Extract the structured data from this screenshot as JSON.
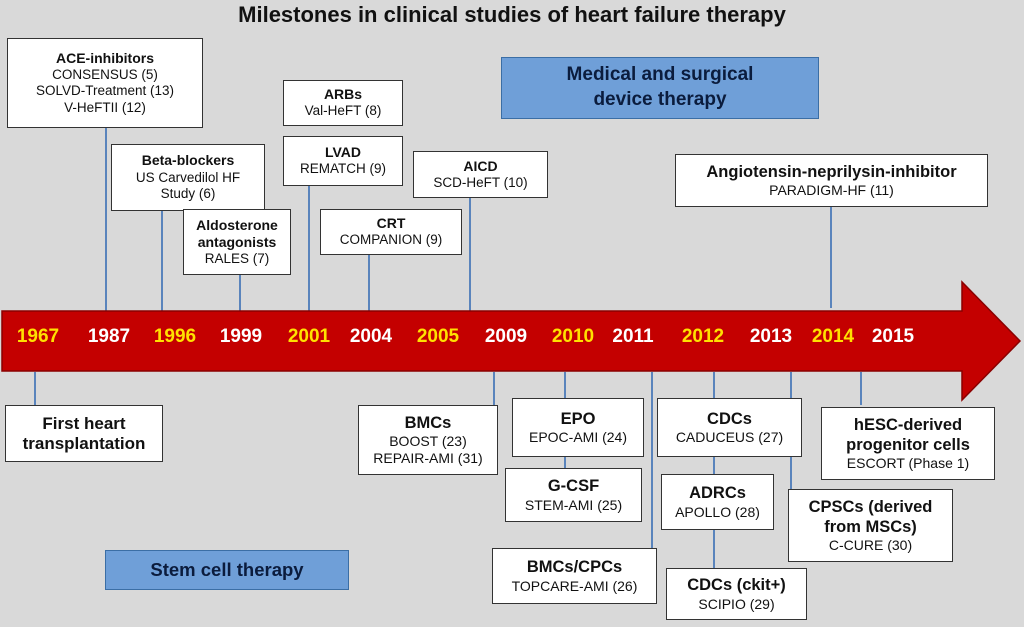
{
  "title": "Milestones in clinical studies of heart failure therapy",
  "callouts": {
    "medical": "Medical and surgical device therapy",
    "stem": "Stem cell therapy"
  },
  "colors": {
    "arrow": "#c40000",
    "callout": "#6f9fd8",
    "year_highlight": "#ffe100",
    "year_normal": "#ffffff",
    "connector": "#3a6fb5"
  },
  "years": [
    {
      "label": "1967",
      "color": "yellow"
    },
    {
      "label": "1987",
      "color": "white"
    },
    {
      "label": "1996",
      "color": "yellow"
    },
    {
      "label": "1999",
      "color": "white"
    },
    {
      "label": "2001",
      "color": "yellow"
    },
    {
      "label": "2004",
      "color": "white"
    },
    {
      "label": "2005",
      "color": "yellow"
    },
    {
      "label": "2009",
      "color": "white"
    },
    {
      "label": "2010",
      "color": "yellow"
    },
    {
      "label": "2011",
      "color": "white"
    },
    {
      "label": "2012",
      "color": "yellow"
    },
    {
      "label": "2013",
      "color": "white"
    },
    {
      "label": "2014",
      "color": "yellow"
    },
    {
      "label": "2015",
      "color": "white"
    }
  ],
  "top": {
    "ace": {
      "heading": "ACE-inhibitors",
      "lines": [
        "CONSENSUS (5)",
        "SOLVD-Treatment (13)",
        "V-HeFTII (12)"
      ]
    },
    "beta": {
      "heading": "Beta-blockers",
      "lines": [
        "US Carvedilol HF",
        "Study (6)"
      ]
    },
    "aldo": {
      "heading1": "Aldosterone",
      "heading2": "antagonists",
      "lines": [
        "RALES (7)"
      ]
    },
    "arbs": {
      "heading": "ARBs",
      "lines": [
        "Val-HeFT (8)"
      ]
    },
    "lvad": {
      "heading": "LVAD",
      "lines": [
        "REMATCH (9)"
      ]
    },
    "crt": {
      "heading": "CRT",
      "lines": [
        "COMPANION (9)"
      ]
    },
    "aicd": {
      "heading": "AICD",
      "lines": [
        "SCD-HeFT (10)"
      ]
    },
    "arni": {
      "heading": "Angiotensin-neprilysin-inhibitor",
      "lines": [
        "PARADIGM-HF (11)"
      ]
    }
  },
  "bottom": {
    "transplant": {
      "heading1": "First heart",
      "heading2": "transplantation"
    },
    "bmcs": {
      "heading": "BMCs",
      "lines": [
        "BOOST (23)",
        "REPAIR-AMI (31)"
      ]
    },
    "epo": {
      "heading": "EPO",
      "lines": [
        "EPOC-AMI (24)"
      ]
    },
    "gcsf": {
      "heading": "G-CSF",
      "lines": [
        "STEM-AMI (25)"
      ]
    },
    "bmccpc": {
      "heading": "BMCs/CPCs",
      "lines": [
        "TOPCARE-AMI (26)"
      ]
    },
    "cdcs": {
      "heading": "CDCs",
      "lines": [
        "CADUCEUS (27)"
      ]
    },
    "adrcs": {
      "heading": "ADRCs",
      "lines": [
        "APOLLO (28)"
      ]
    },
    "cdcckit": {
      "heading": "CDCs (ckit+)",
      "lines": [
        "SCIPIO (29)"
      ]
    },
    "cpscs": {
      "heading1": "CPSCs (derived",
      "heading2": "from MSCs)",
      "lines": [
        "C-CURE (30)"
      ]
    },
    "hesc": {
      "heading1": "hESC-derived",
      "heading2": "progenitor cells",
      "lines": [
        "ESCORT (Phase 1)"
      ]
    }
  }
}
